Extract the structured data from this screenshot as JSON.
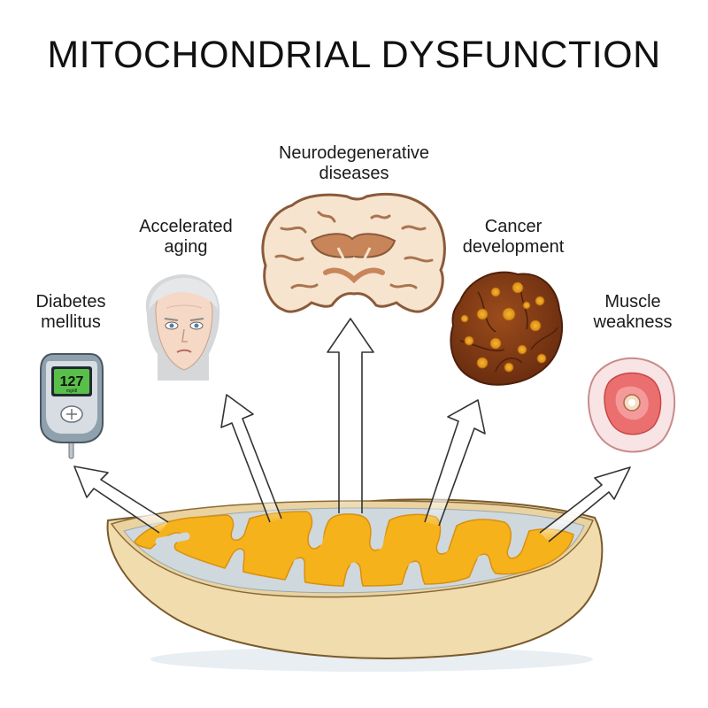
{
  "title": "MITOCHONDRIAL DYSFUNCTION",
  "outcomes": {
    "neuro": {
      "line1": "Neurodegenerative",
      "line2": "diseases",
      "icon": "brain-section-icon"
    },
    "aging": {
      "line1": "Accelerated",
      "line2": "aging",
      "icon": "elderly-face-icon"
    },
    "cancer": {
      "line1": "Cancer",
      "line2": "development",
      "icon": "tumor-icon"
    },
    "diabetes": {
      "line1": "Diabetes",
      "line2": "mellitus",
      "icon": "glucometer-icon"
    },
    "muscle": {
      "line1": "Muscle",
      "line2": "weakness",
      "icon": "muscle-cross-section-icon"
    }
  },
  "glucometer": {
    "reading": "127",
    "unit": "mg/dl"
  },
  "center": {
    "icon": "mitochondrion-icon"
  },
  "colors": {
    "matrix": "#f5b21b",
    "outer_membrane": "#f1dcae",
    "intermembrane": "#cfd8dc",
    "tumor": "#8b3f16",
    "brain": "#f6e4cf"
  }
}
